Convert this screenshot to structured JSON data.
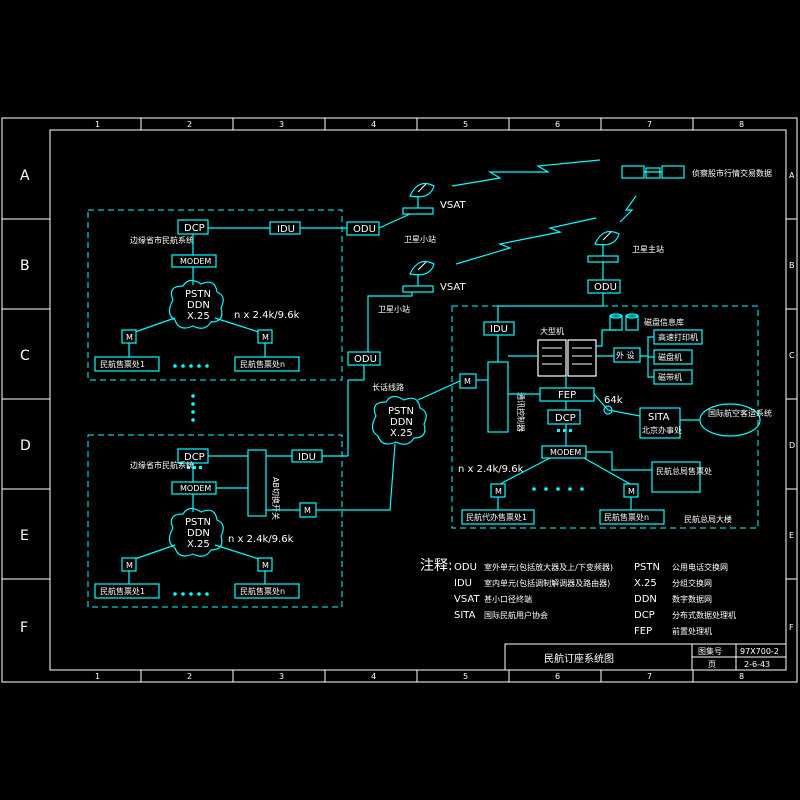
{
  "frame": {
    "cols": [
      "1",
      "2",
      "3",
      "4",
      "5",
      "6",
      "7",
      "8"
    ],
    "rows": [
      "A",
      "B",
      "C",
      "D",
      "E",
      "F"
    ]
  },
  "left_top": {
    "dcp": "DCP",
    "idu": "IDU",
    "odu": "ODU",
    "modem": "MODEM",
    "label": "边缘省市民航系统",
    "cloud": [
      "PSTN",
      "DDN",
      "X.25"
    ],
    "rate": "n x 2.4k/9.6k",
    "m1": "M",
    "m2": "M",
    "office1": "民航售票处1",
    "officen": "民航售票处n"
  },
  "left_bottom": {
    "dcp": "DCP",
    "idu": "IDU",
    "modem": "MODEM",
    "label": "边缘省市民航系统",
    "ab": "AB切换开关",
    "cloud": [
      "PSTN",
      "DDN",
      "X.25"
    ],
    "rate": "n x 2.4k/9.6k",
    "m1": "M",
    "m2": "M",
    "m3": "M",
    "office1": "民航售票处1",
    "officen": "民航售票处n"
  },
  "mid": {
    "vsat1": "VSAT",
    "vsat1_label": "卫星小站",
    "vsat2": "VSAT",
    "vsat2_label": "卫星小站",
    "odu": "ODU",
    "longline": "长话线路",
    "cloud": [
      "PSTN",
      "DDN",
      "X.25"
    ]
  },
  "right": {
    "satellite_label": "侦察股市行情交易数据",
    "hub_label": "卫星主站",
    "odu": "ODU",
    "idu": "IDU",
    "mainframe": "大型机",
    "storage": "磁盘信息库",
    "comm_ctrl": "通讯控制器",
    "ext_storage": "外 设",
    "dev1": "高速打印机",
    "dev2": "磁盘机",
    "dev3": "磁带机",
    "fep": "FEP",
    "dcp": "DCP",
    "modem": "MODEM",
    "rate64": "64k",
    "sita": "SITA",
    "sita_office": "北京办事处",
    "intl": "国际航空客运系统",
    "bureau_office": "民航总局售票处",
    "m_left": "M",
    "m1": "M",
    "m2": "M",
    "rate": "n x 2.4k/9.6k",
    "agent1": "民航代办售票处1",
    "officen": "民航售票处n",
    "building": "民航总局大楼"
  },
  "notes": {
    "title": "注释:",
    "left": [
      {
        "k": "ODU",
        "v": "室外单元(包括放大器及上/下变频器)"
      },
      {
        "k": "IDU",
        "v": "室内单元(包括调制解调器及路由器)"
      },
      {
        "k": "VSAT",
        "v": "甚小口径终端"
      },
      {
        "k": "SITA",
        "v": "国际民航用户协会"
      }
    ],
    "right": [
      {
        "k": "PSTN",
        "v": "公用电话交换网"
      },
      {
        "k": "X.25",
        "v": "分组交换网"
      },
      {
        "k": "DDN",
        "v": "数字数据网"
      },
      {
        "k": "DCP",
        "v": "分布式数据处理机"
      },
      {
        "k": "FEP",
        "v": "前置处理机"
      }
    ]
  },
  "title_block": {
    "title": "民航订座系统图",
    "label1": "图集号",
    "value1": "97X700-2",
    "label2": "页",
    "value2": "2-6-43"
  }
}
